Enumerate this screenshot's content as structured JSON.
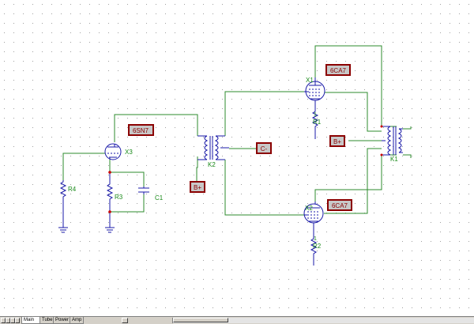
{
  "schematic": {
    "labels": {
      "x3_label": "6SN7",
      "x1_label": "6CA7",
      "x2_label": "6CA7",
      "c_minus": "C-",
      "bplus_k2": "B+",
      "bplus_k1": "B+"
    },
    "refdes": {
      "x3": "X3",
      "x1": "X1",
      "x2": "X2",
      "k1": "K1",
      "k2": "K2",
      "r1": "R1",
      "r2": "R2",
      "r3": "R3",
      "r4": "R4",
      "c1": "C1",
      "r1_pin": "1",
      "r2_pin": "1"
    },
    "colors": {
      "wire": "#2e8b2e",
      "component": "#1a1aa8",
      "label_fill": "#c8c8c8",
      "label_border": "#8b0000",
      "label_text": "#8b0000",
      "refdes_text": "#1a8a1a",
      "grid_dot": "#a0a0a0",
      "node": "#cc0000"
    }
  },
  "statusbar": {
    "tabs": [
      "Main",
      "Tube",
      "Power",
      "Amp"
    ]
  }
}
